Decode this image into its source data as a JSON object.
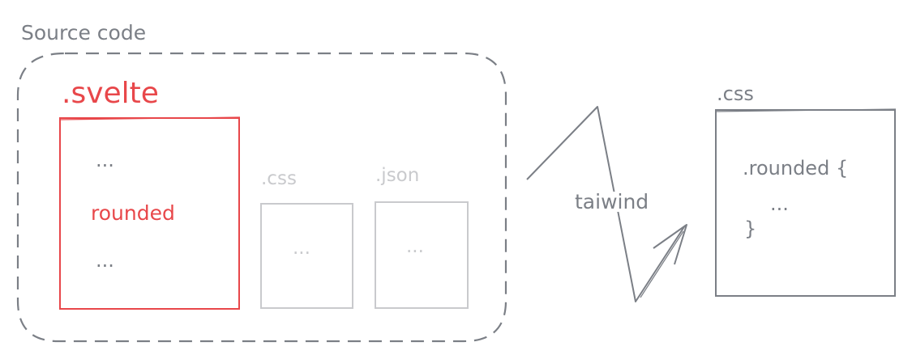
{
  "group": {
    "title": "Source code"
  },
  "svelte_file": {
    "label": ".svelte",
    "lines": [
      "...",
      "rounded",
      "..."
    ]
  },
  "css_file_faded": {
    "label": ".css",
    "content": "..."
  },
  "json_file_faded": {
    "label": ".json",
    "content": "..."
  },
  "process": {
    "label": "taiwind"
  },
  "output_file": {
    "label": ".css",
    "lines": [
      ".rounded {",
      "...",
      "}"
    ]
  },
  "colors": {
    "highlight": "#e8474a",
    "stroke": "#7b7f86",
    "faded": "#c9cacd"
  }
}
